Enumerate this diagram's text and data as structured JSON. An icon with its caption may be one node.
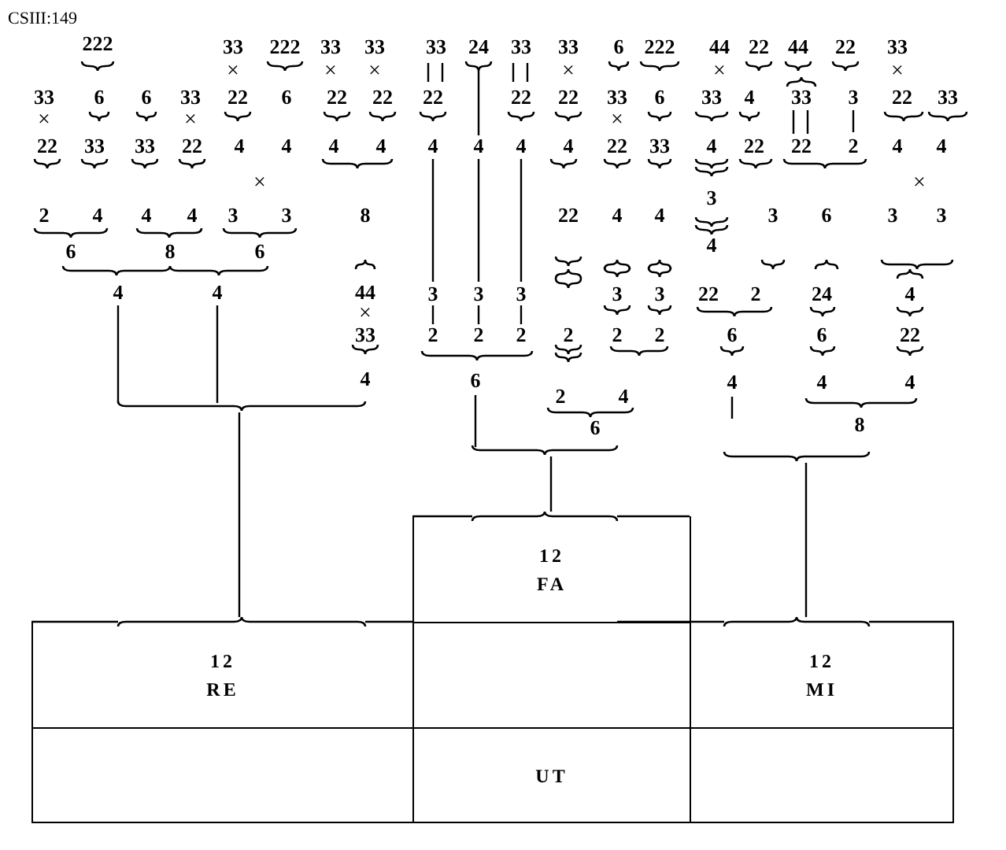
{
  "diagram": {
    "nodes": [
      {
        "text": [
          "12",
          "FA"
        ]
      },
      {
        "text": [
          "12",
          "RE"
        ]
      },
      {
        "text": [],
        "shape": "box"
      },
      {
        "text": [
          "12",
          "MI"
        ]
      },
      {
        "text": [],
        "shape": "box"
      },
      {
        "text": [
          "UT"
        ]
      },
      {
        "text": [],
        "shape": "box"
      }
    ],
    "labels": [
      "CSIII:149",
      "222",
      "33",
      "222",
      "33",
      "33",
      "33",
      "24",
      "33",
      "33",
      "6",
      "222",
      "44",
      "22",
      "44",
      "22",
      "33",
      "×",
      "×",
      "×",
      "×",
      "×",
      "×",
      "33",
      "6",
      "6",
      "33",
      "22",
      "6",
      "22",
      "22",
      "22",
      "22",
      "22",
      "33",
      "6",
      "33",
      "4",
      "33",
      "3",
      "22",
      "33",
      "×",
      "×",
      "×",
      "22",
      "33",
      "33",
      "22",
      "4",
      "4",
      "4",
      "4",
      "4",
      "4",
      "4",
      "4",
      "22",
      "33",
      "4",
      "22",
      "22",
      "2",
      "4",
      "4",
      "×",
      "×",
      "3",
      "2",
      "4",
      "4",
      "4",
      "3",
      "3",
      "8",
      "22",
      "4",
      "4",
      "3",
      "6",
      "3",
      "3",
      "4",
      "6",
      "8",
      "6",
      "4",
      "4",
      "44",
      "3",
      "3",
      "3",
      "3",
      "3",
      "22",
      "2",
      "24",
      "4",
      "×",
      "33",
      "2",
      "2",
      "2",
      "2",
      "2",
      "2",
      "6",
      "6",
      "22",
      "4",
      "6",
      "4",
      "4",
      "4",
      "2",
      "4",
      "6",
      "8"
    ]
  }
}
